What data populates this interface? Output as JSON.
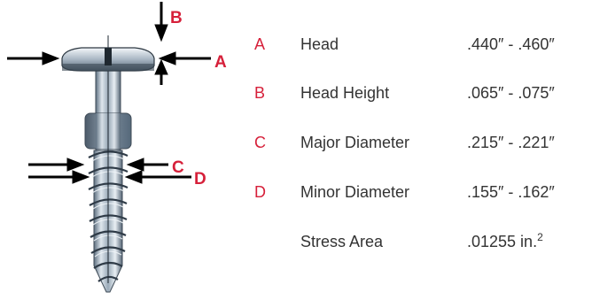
{
  "diagram": {
    "labels": [
      "B",
      "A",
      "C",
      "D"
    ],
    "accent_color": "#d6203a",
    "arrow_color": "#000000"
  },
  "specs": [
    {
      "letter": "A",
      "name": "Head",
      "value": ".440″ - .460″"
    },
    {
      "letter": "B",
      "name": "Head Height",
      "value": ".065″ - .075″"
    },
    {
      "letter": "C",
      "name": "Major Diameter",
      "value": ".215″ - .221″"
    },
    {
      "letter": "D",
      "name": "Minor Diameter",
      "value": ".155″ - .162″"
    },
    {
      "letter": "",
      "name": "Stress Area",
      "value": ".01255 in.",
      "superscript": "2"
    }
  ]
}
